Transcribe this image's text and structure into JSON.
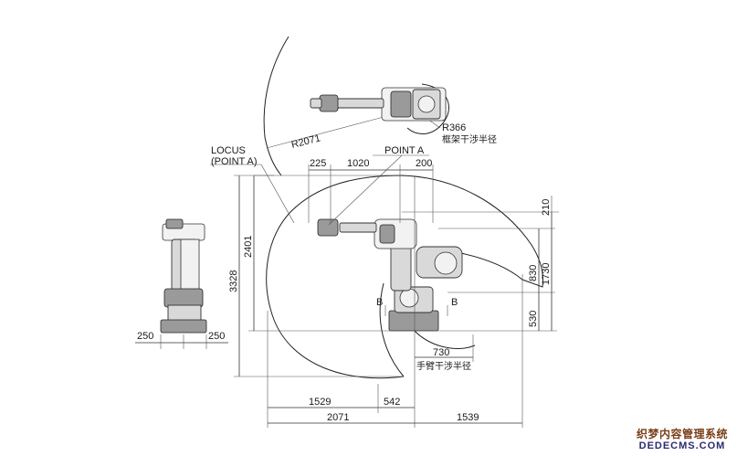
{
  "labels": {
    "locus_line1": "LOCUS",
    "locus_line2": "(POINT A)",
    "point_a": "POINT A",
    "r2071": "R2071",
    "r366": "R366",
    "frame_interference_radius": "框架干涉半径",
    "arm_interference_radius": "手臂干涉半径",
    "section_b_left": "B",
    "section_b_right": "B"
  },
  "dimensions": {
    "top_225": "225",
    "top_1020": "1020",
    "top_200": "200",
    "right_210": "210",
    "right_830": "830",
    "right_1730": "1730",
    "right_530": "530",
    "left_2401": "2401",
    "left_3328": "3328",
    "base_250_left": "250",
    "base_250_right": "250",
    "bottom_730": "730",
    "bottom_1529": "1529",
    "bottom_542": "542",
    "bottom_2071": "2071",
    "bottom_1539": "1539"
  },
  "watermark": {
    "line1": "织梦内容管理系统",
    "line2": "DEDECMS.COM"
  }
}
